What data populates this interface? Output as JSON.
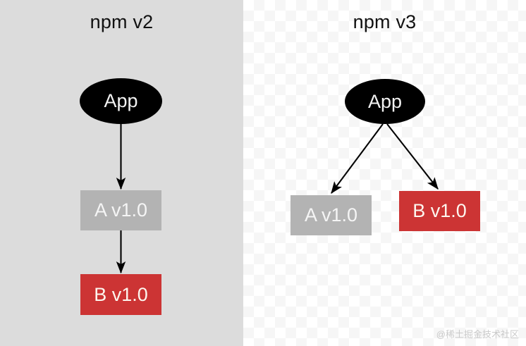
{
  "diagram": {
    "type": "dependency-tree-comparison",
    "panels": [
      {
        "id": "npm-v2",
        "title": "npm v2",
        "background": "#dcdcdc",
        "layout": "nested-chain",
        "nodes": [
          {
            "id": "app",
            "label": "App",
            "shape": "ellipse",
            "fill": "#000000",
            "text_color": "#f2f2f2"
          },
          {
            "id": "a",
            "label": "A v1.0",
            "shape": "rect",
            "fill": "#b3b3b3",
            "text_color": "#f5f5f5"
          },
          {
            "id": "b",
            "label": "B v1.0",
            "shape": "rect",
            "fill": "#cc3434",
            "text_color": "#fdf6ef"
          }
        ],
        "edges": [
          {
            "from": "app",
            "to": "a"
          },
          {
            "from": "a",
            "to": "b"
          }
        ]
      },
      {
        "id": "npm-v3",
        "title": "npm v3",
        "background": "transparent-checkerboard",
        "layout": "flat",
        "nodes": [
          {
            "id": "app",
            "label": "App",
            "shape": "ellipse",
            "fill": "#000000",
            "text_color": "#f2f2f2"
          },
          {
            "id": "a",
            "label": "A v1.0",
            "shape": "rect",
            "fill": "#b3b3b3",
            "text_color": "#f5f5f5"
          },
          {
            "id": "b",
            "label": "B v1.0",
            "shape": "rect",
            "fill": "#cc3434",
            "text_color": "#fdf6ef"
          }
        ],
        "edges": [
          {
            "from": "app",
            "to": "a"
          },
          {
            "from": "app",
            "to": "b"
          }
        ]
      }
    ],
    "edge_color": "#000000"
  },
  "watermark": {
    "text": "@稀土掘金技术社区",
    "color": "#c9c9c9"
  }
}
